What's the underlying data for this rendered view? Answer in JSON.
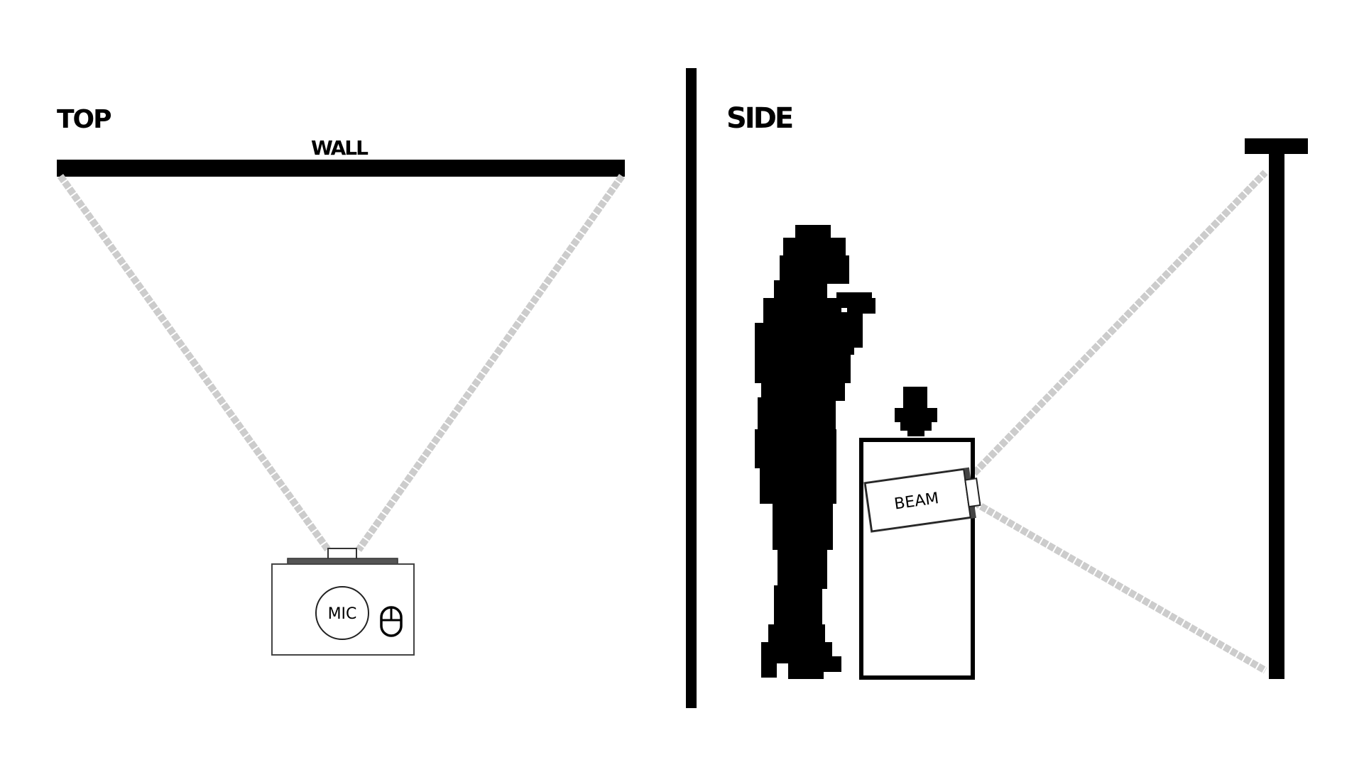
{
  "top_view": {
    "title": "TOP",
    "screen_label": "WALL",
    "device_label": "MIC",
    "mouse_icon": "mouse-icon"
  },
  "side_view": {
    "title": "SIDE",
    "beam_label": "BEAM",
    "down_arrow_icon": "arrow-down-icon",
    "person_icon": "person-silhouette-icon"
  },
  "colors": {
    "ink": "#000000",
    "light_rays": "#cccccc",
    "device_fill": "#ffffff",
    "device_grey": "#555555"
  }
}
